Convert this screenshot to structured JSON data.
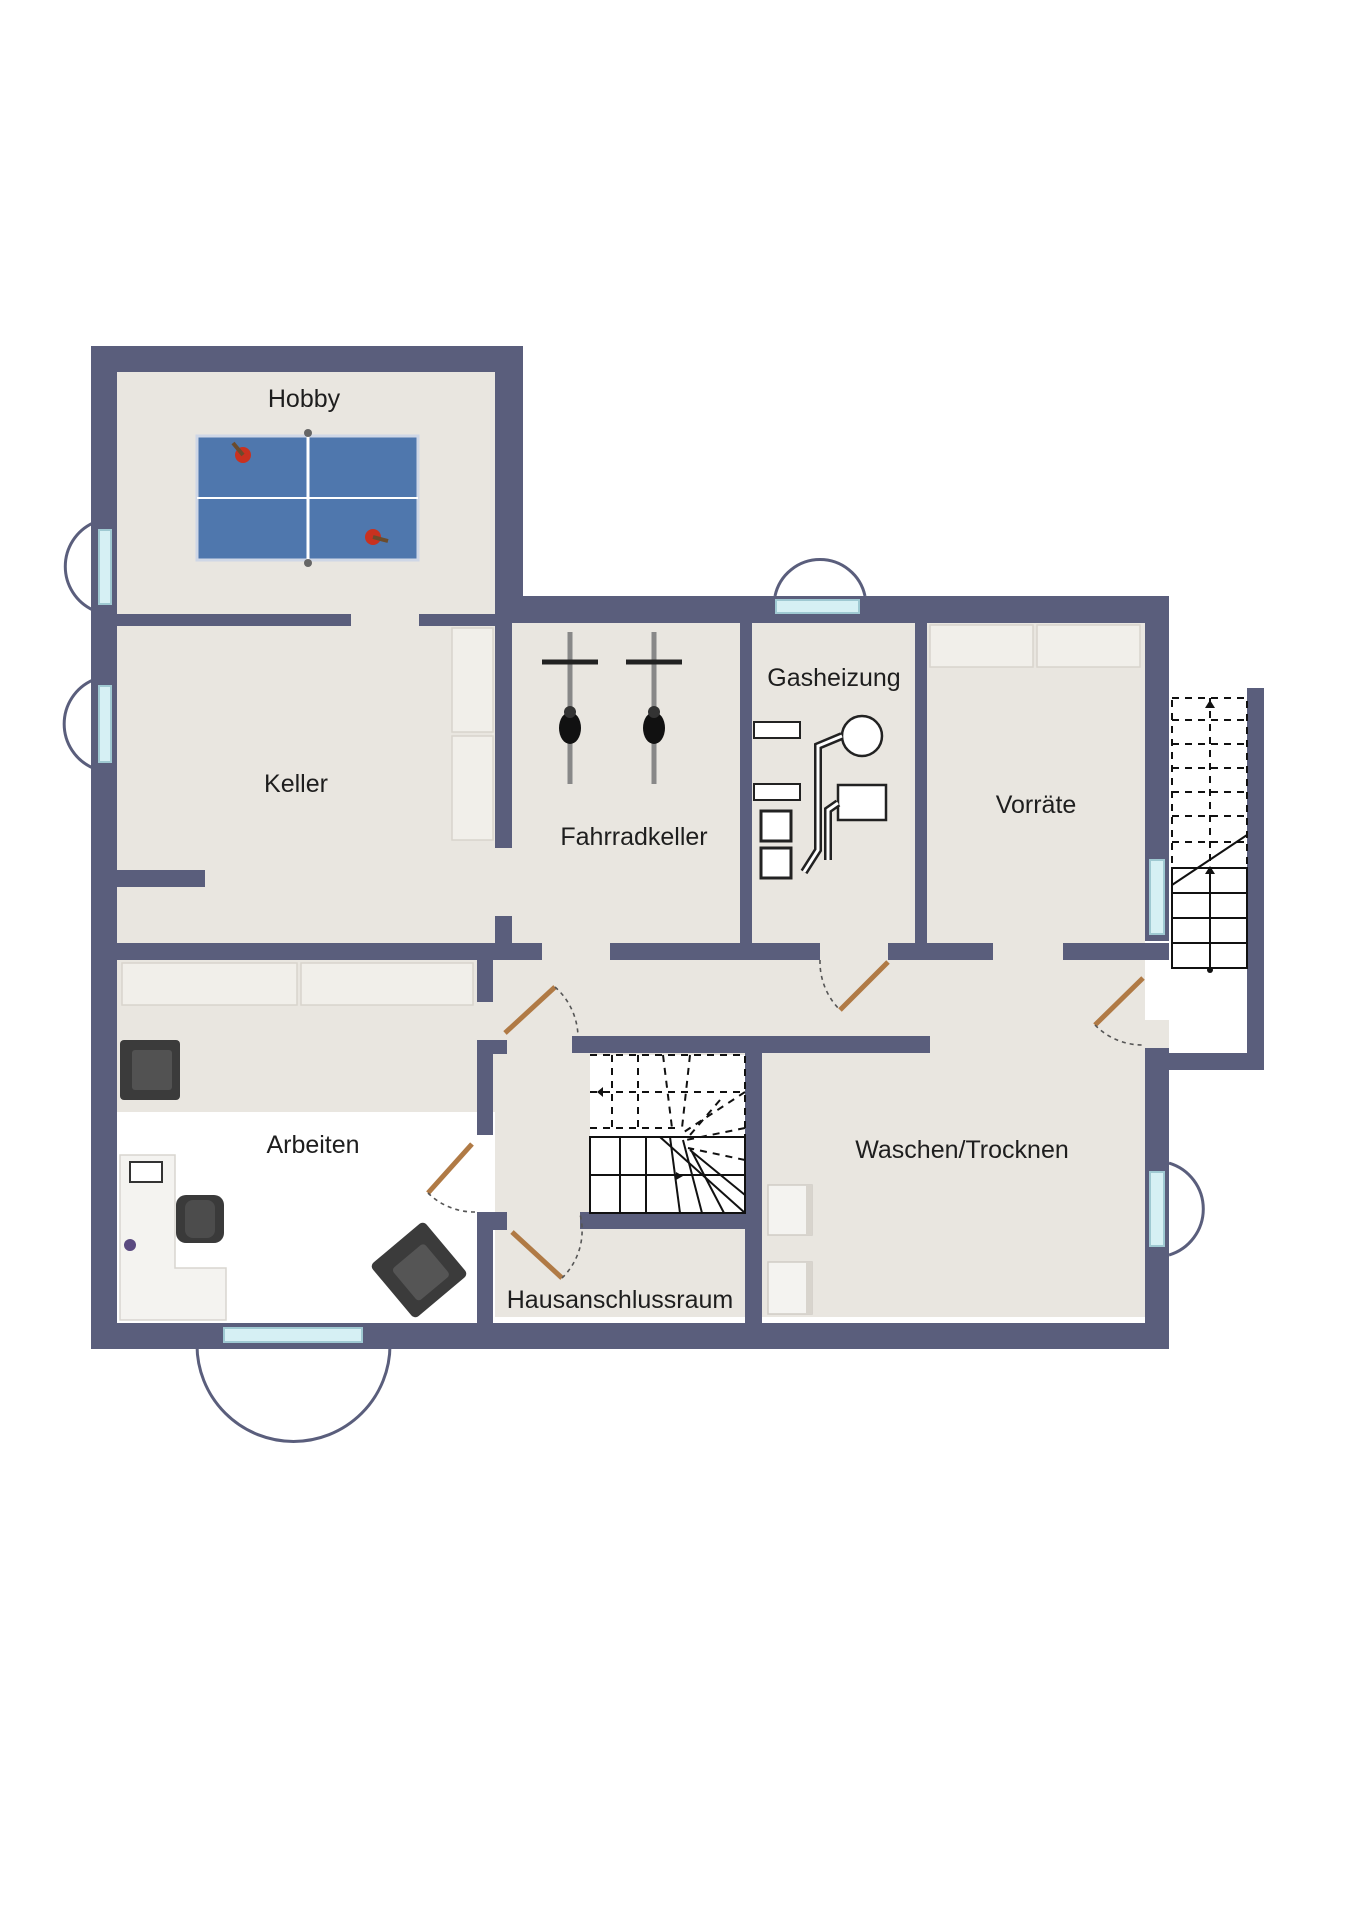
{
  "plan": {
    "rooms": [
      {
        "id": "hobby",
        "label": "Hobby"
      },
      {
        "id": "keller",
        "label": "Keller"
      },
      {
        "id": "fahrradkeller",
        "label": "Fahrradkeller"
      },
      {
        "id": "gasheizung",
        "label": "Gasheizung"
      },
      {
        "id": "vorraete",
        "label": "Vorräte"
      },
      {
        "id": "arbeiten",
        "label": "Arbeiten"
      },
      {
        "id": "waschen",
        "label": "Waschen/Trocknen"
      },
      {
        "id": "hausanschluss",
        "label": "Hausanschlussraum"
      }
    ],
    "colors": {
      "wall": "#5a5e7c",
      "floor": "#e9e6e0",
      "window": "#d6f0f4",
      "table": "#4f77ad",
      "door": "#b07a45"
    }
  }
}
